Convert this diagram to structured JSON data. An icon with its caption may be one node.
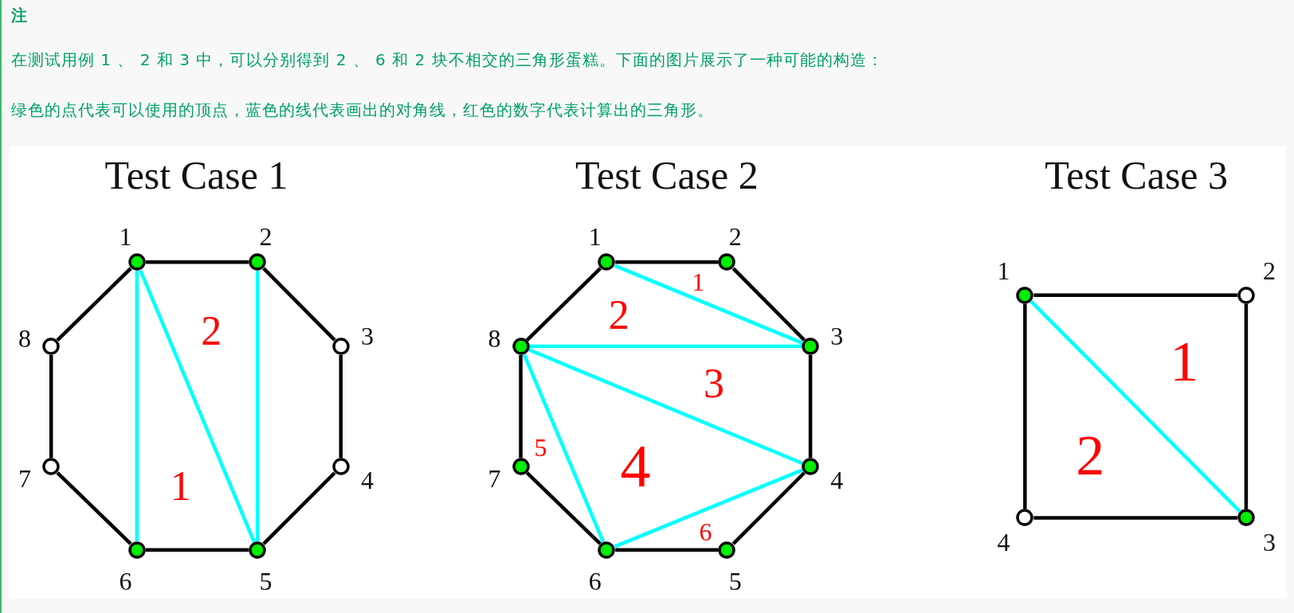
{
  "diagram": {
    "title": "注",
    "nodes": [
      {
        "text": [],
        "shape": "circle",
        "beside": [
          "1"
        ]
      },
      {
        "text": [],
        "shape": "circle",
        "beside": [
          "2"
        ]
      },
      {
        "text": [],
        "shape": "circle",
        "beside": [
          "3"
        ]
      },
      {
        "text": [],
        "shape": "circle",
        "beside": [
          "4"
        ]
      },
      {
        "text": [],
        "shape": "circle",
        "beside": [
          "5"
        ]
      },
      {
        "text": [],
        "shape": "circle",
        "beside": [
          "6"
        ]
      },
      {
        "text": [],
        "shape": "circle",
        "beside": [
          "7"
        ]
      },
      {
        "text": [],
        "shape": "circle",
        "beside": [
          "8"
        ]
      },
      {
        "text": [],
        "shape": "circle",
        "beside": [
          "1"
        ]
      },
      {
        "text": [],
        "shape": "circle",
        "beside": [
          "2"
        ]
      },
      {
        "text": [],
        "shape": "circle",
        "beside": [
          "3"
        ]
      },
      {
        "text": [],
        "shape": "circle",
        "beside": [
          "4"
        ]
      },
      {
        "text": [],
        "shape": "circle",
        "beside": [
          "5"
        ]
      },
      {
        "text": [],
        "shape": "circle",
        "beside": [
          "6"
        ]
      },
      {
        "text": [],
        "shape": "circle",
        "beside": [
          "7"
        ]
      },
      {
        "text": [],
        "shape": "circle",
        "beside": [
          "8"
        ]
      },
      {
        "text": [],
        "shape": "circle",
        "beside": [
          "1"
        ]
      },
      {
        "text": [],
        "shape": "circle",
        "beside": [
          "2"
        ]
      },
      {
        "text": [],
        "shape": "circle",
        "beside": [
          "3"
        ]
      },
      {
        "text": [],
        "shape": "circle",
        "beside": [
          "4"
        ]
      }
    ],
    "edges": [
      {
        "from": 0,
        "to": 1,
        "arrow": "none"
      },
      {
        "from": 1,
        "to": 2,
        "arrow": "none"
      },
      {
        "from": 2,
        "to": 3,
        "arrow": "none"
      },
      {
        "from": 3,
        "to": 4,
        "arrow": "none"
      },
      {
        "from": 4,
        "to": 5,
        "arrow": "none"
      },
      {
        "from": 5,
        "to": 6,
        "arrow": "none"
      },
      {
        "from": 6,
        "to": 7,
        "arrow": "none"
      },
      {
        "from": 7,
        "to": 0,
        "arrow": "none"
      },
      {
        "from": 0,
        "to": 5,
        "arrow": "none",
        "color": "#00ffff"
      },
      {
        "from": 0,
        "to": 4,
        "arrow": "none",
        "color": "#00ffff"
      },
      {
        "from": 1,
        "to": 4,
        "arrow": "none",
        "color": "#00ffff"
      },
      {
        "from": 8,
        "to": 9,
        "arrow": "none"
      },
      {
        "from": 9,
        "to": 10,
        "arrow": "none"
      },
      {
        "from": 10,
        "to": 11,
        "arrow": "none"
      },
      {
        "from": 11,
        "to": 12,
        "arrow": "none"
      },
      {
        "from": 12,
        "to": 13,
        "arrow": "none"
      },
      {
        "from": 13,
        "to": 14,
        "arrow": "none"
      },
      {
        "from": 14,
        "to": 15,
        "arrow": "none"
      },
      {
        "from": 15,
        "to": 8,
        "arrow": "none"
      },
      {
        "from": 8,
        "to": 10,
        "arrow": "none",
        "color": "#00ffff"
      },
      {
        "from": 15,
        "to": 10,
        "arrow": "none",
        "color": "#00ffff"
      },
      {
        "from": 15,
        "to": 11,
        "arrow": "none",
        "color": "#00ffff"
      },
      {
        "from": 15,
        "to": 13,
        "arrow": "none",
        "color": "#00ffff"
      },
      {
        "from": 13,
        "to": 11,
        "arrow": "none",
        "color": "#00ffff"
      },
      {
        "from": 16,
        "to": 17,
        "arrow": "none"
      },
      {
        "from": 17,
        "to": 18,
        "arrow": "none"
      },
      {
        "from": 18,
        "to": 19,
        "arrow": "none"
      },
      {
        "from": 19,
        "to": 16,
        "arrow": "none"
      },
      {
        "from": 16,
        "to": 18,
        "arrow": "none",
        "color": "#00ffff"
      }
    ],
    "labels": [
      "在测试用例 1 、 2 和 3 中，可以分别得到 2 、 6 和 2 块不相交的三角形蛋糕。下面的图片展示了一种可能的构造：",
      "绿色的点代表可以使用的顶点，蓝色的线代表画出的对角线，红色的数字代表计算出的三角形。",
      "Test Case 1",
      "Test Case 2",
      "Test Case 3",
      "2",
      "1",
      "1",
      "2",
      "3",
      "5",
      "4",
      "6",
      "1",
      "2"
    ]
  }
}
